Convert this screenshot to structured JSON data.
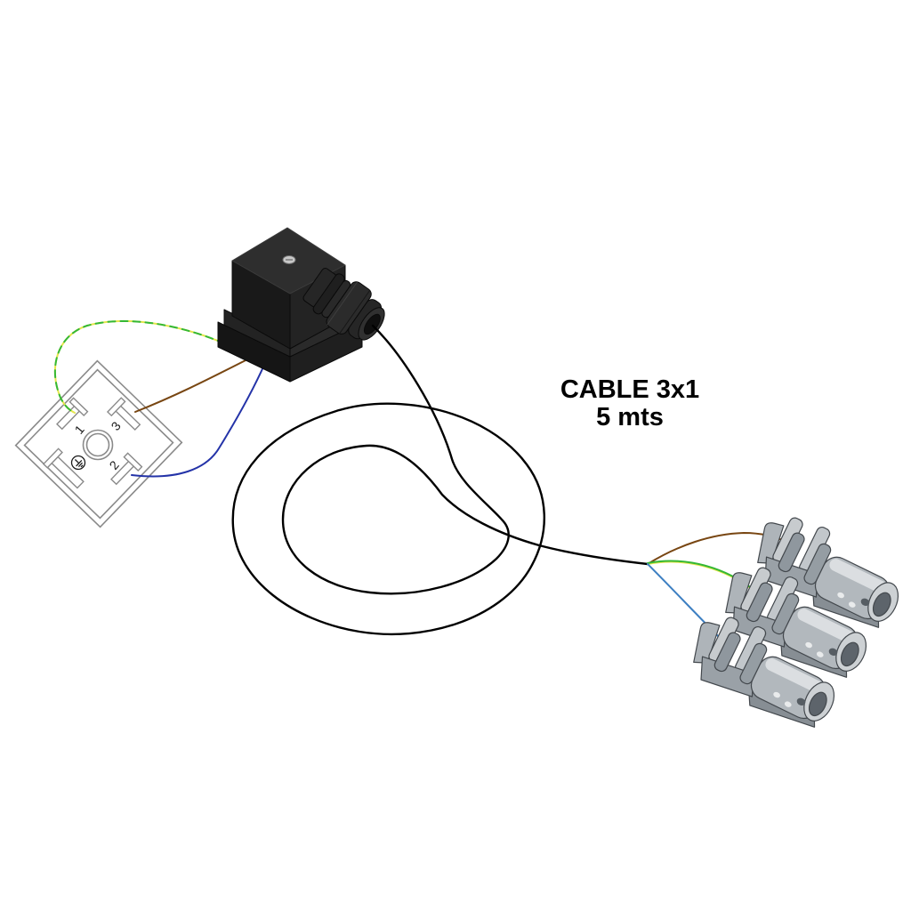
{
  "title": {
    "line1": "CABLE 3x1",
    "line2": "5 mts"
  },
  "pin_diagram": {
    "pin1_label": "1",
    "pin2_label": "2",
    "pin3_label": "3",
    "ground_icon": "earth-ground-symbol"
  },
  "components": {
    "connector": "din-valve-connector",
    "cable": "coiled-cable",
    "terminal_1": "spade-terminal-brown",
    "terminal_2": "spade-terminal-earth",
    "terminal_3": "spade-terminal-blue"
  },
  "colors": {
    "background": "#ffffff",
    "cable": "#000000",
    "wire_brown": "#784612",
    "wire_blue_left": "#2433a8",
    "wire_blue_right": "#3d7fc2",
    "wire_earth_green": "#35b835",
    "wire_earth_yellow": "#e6e64e",
    "diagram_outline": "#8a8a8a",
    "connector_black": "#1c1c1c",
    "terminal_gray": "#b2b8bd",
    "label_text": "#000000"
  }
}
